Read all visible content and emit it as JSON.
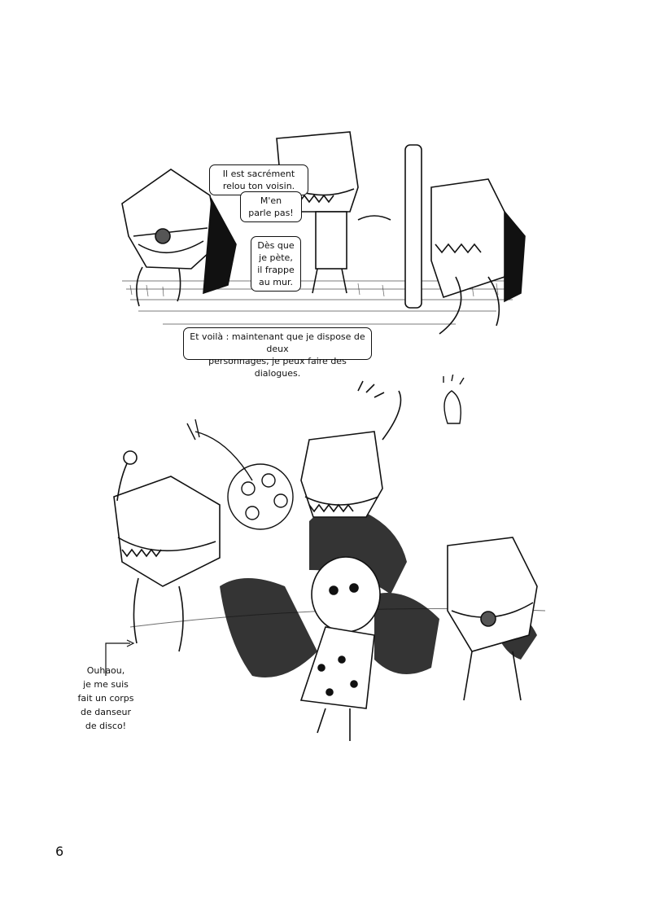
{
  "panel_top": {
    "bubbles": {
      "b1": "Il est sacrément\nrelou ton voisin.",
      "b2": "M'en\nparle pas!",
      "b3": "Dès que\nje pète,\nil frappe\nau mur.",
      "caption": "Et voilà : maintenant que je dispose de deux\npersonnages, je peux faire des dialogues."
    }
  },
  "panel_bottom": {
    "caption": "Ouhaou,\nje me suis\nfait un corps\nde danseur\nde disco!"
  },
  "page_number": "6",
  "colors": {
    "ink": "#111111",
    "paper": "#ffffff"
  }
}
